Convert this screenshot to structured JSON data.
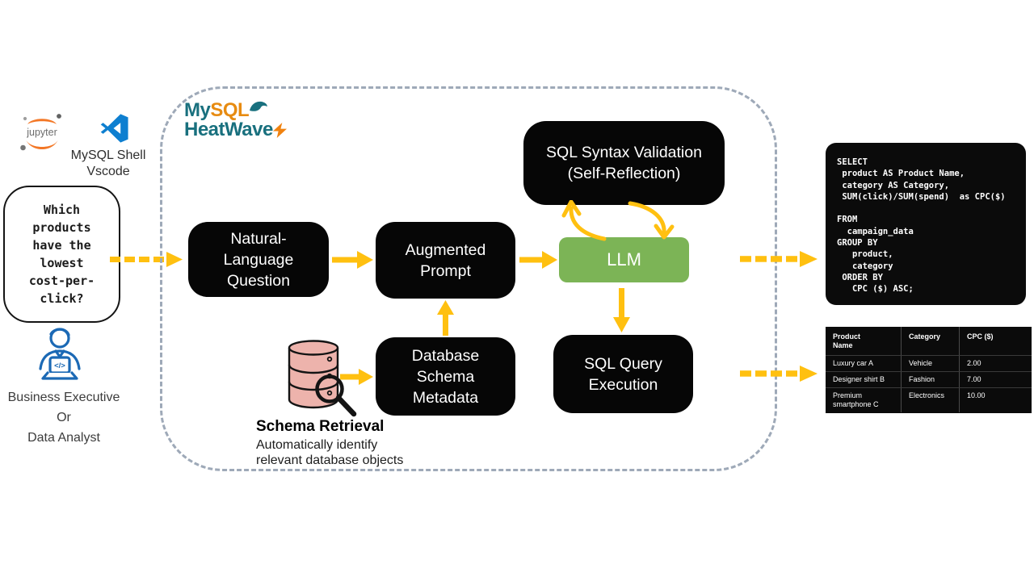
{
  "colors": {
    "arrow_yellow": "#FFC010",
    "llm_green": "#7CB456",
    "box_black": "#060606",
    "container_dash_gray": "#9EA9B8",
    "mysql_teal": "#19707E",
    "mysql_orange": "#E78B11",
    "cylinder_pink": "#EDB3AC",
    "person_blue": "#1B69B5",
    "vscode_blue": "#0E7FD0",
    "jupyter_orange": "#F37726"
  },
  "left_panel": {
    "tools_label_line1": "MySQL Shell",
    "tools_label_line2": "Vscode",
    "jupyter_wordmark": "jupyter",
    "question_bubble": "Which\nproducts\nhave the\nlowest\ncost-per-\nclick?",
    "user_role_line1": "Business Executive",
    "user_role_line2": "Or",
    "user_role_line3": "Data Analyst",
    "laptop_code_glyph": "</>"
  },
  "brand": {
    "mysql_my": "My",
    "mysql_sql": "SQL",
    "heatwave": "HeatWave"
  },
  "pipeline": {
    "natural_language_question": "Natural-\nLanguage\nQuestion",
    "augmented_prompt": "Augmented\nPrompt",
    "sql_syntax_validation": "SQL Syntax Validation\n(Self-Reflection)",
    "llm": "LLM",
    "database_schema_metadata": "Database\nSchema\nMetadata",
    "sql_query_execution": "SQL Query\nExecution",
    "schema_retrieval_title": "Schema Retrieval",
    "schema_retrieval_desc": "Automatically identify\nrelevant database objects"
  },
  "output": {
    "sql_code": "SELECT\n product AS Product Name,\n category AS Category,\n SUM(click)/SUM(spend)  as CPC($)\n\nFROM\n  campaign_data\nGROUP BY\n   product,\n   category\n ORDER BY\n   CPC ($) ASC;",
    "results_table": {
      "headers": [
        "Product\n Name",
        "Category",
        "CPC ($)"
      ],
      "rows": [
        [
          "Luxury car A",
          "Vehicle",
          "2.00"
        ],
        [
          "Designer shirt B",
          "Fashion",
          "7.00"
        ],
        [
          "Premium\n smartphone C",
          "Electronics",
          "10.00"
        ]
      ]
    }
  }
}
